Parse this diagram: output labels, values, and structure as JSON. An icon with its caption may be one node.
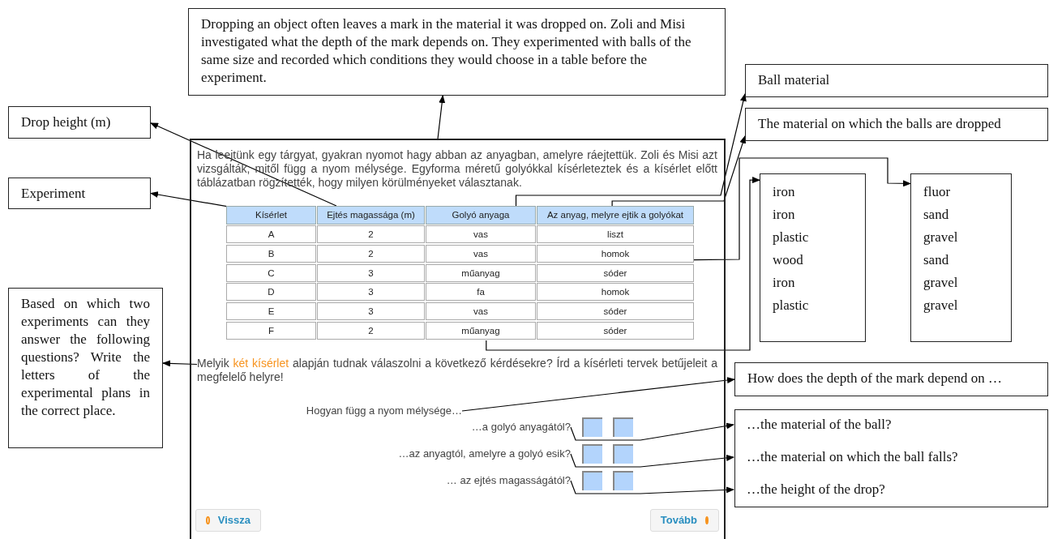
{
  "diagram": {
    "nodes": [
      {
        "text": [],
        "shape": "box"
      },
      {
        "text": [
          "Ha leejtünk egy tárgyat, gyakran nyomot hagy abban az anyagban, amelyre ráejtettük. Zoli és Misi azt vizsgálták, mitől függ a nyom mélysége. Egyforma méretű golyókkal kísérleteztek és a kísérlet előtt táblázatban rögzítették, hogy milyen körülményeket választanak."
        ],
        "in": 0
      },
      {
        "text": [
          "Kísérlet"
        ],
        "in": 0
      },
      {
        "text": [
          "Ejtés magassága (m)"
        ],
        "in": 0
      },
      {
        "text": [
          "Golyó anyaga"
        ],
        "in": 0
      },
      {
        "text": [
          "Az anyag, melyre ejtik a golyókat"
        ],
        "in": 0
      },
      {
        "text": [
          "A",
          "B",
          "C",
          "D",
          "E",
          "F"
        ],
        "in": 0
      },
      {
        "text": [
          "2",
          "2",
          "3",
          "3",
          "3",
          "2"
        ],
        "in": 0
      },
      {
        "text": [
          "vas",
          "vas",
          "műanyag",
          "fa",
          "vas",
          "műanyag"
        ],
        "in": 0
      },
      {
        "text": [
          "liszt",
          "homok",
          "sóder",
          "homok",
          "sóder",
          "sóder"
        ],
        "in": 0
      },
      {
        "text": [
          "Melyik **két kísérlet** alapján tudnak válaszolni a következő kérdésekre? Írd a kísérleti tervek betűjeleit a megfelelő helyre!"
        ],
        "in": 0
      },
      {
        "text": [
          "Hogyan függ a nyom mélysége…"
        ],
        "in": 0
      },
      {
        "text": [
          "…a golyó anyagától?"
        ],
        "in": 0
      },
      {
        "text": [
          "…az anyagtól, amelyre a golyó esik?"
        ],
        "in": 0
      },
      {
        "text": [
          "… az ejtés magasságától?"
        ],
        "in": 0
      },
      {
        "text": [],
        "shape": "box",
        "in": 0
      },
      {
        "text": [],
        "shape": "box",
        "in": 0
      },
      {
        "text": [],
        "shape": "box",
        "in": 0
      },
      {
        "text": [],
        "shape": "box",
        "in": 0
      },
      {
        "text": [],
        "shape": "box",
        "in": 0
      },
      {
        "text": [],
        "shape": "box",
        "in": 0
      },
      {
        "text": [
          "Vissza"
        ],
        "in": 0
      },
      {
        "text": [
          "Tovább"
        ],
        "in": 0
      },
      {
        "text": [
          "Dropping an object often leaves a mark in the material it was dropped on. Zoli and Misi investigated what the depth of the mark depends on. They experimented with balls of the same size and recorded which conditions they would choose in a table before the experiment."
        ]
      },
      {
        "text": [
          "Drop height (m)"
        ]
      },
      {
        "text": [
          "Experiment"
        ]
      },
      {
        "text": [
          "Based on which two experiments can they answer the following questions? Write the letters of the experimental plans in the correct place."
        ]
      },
      {
        "text": [
          "Ball material"
        ]
      },
      {
        "text": [
          "The material on which the balls are dropped"
        ]
      },
      {
        "text": [
          "iron",
          "iron",
          "plastic",
          "wood",
          "iron",
          "plastic"
        ]
      },
      {
        "text": [
          "fluor",
          "sand",
          "gravel",
          "sand",
          "gravel",
          "gravel"
        ]
      },
      {
        "text": [
          "How does the depth of the mark depend on …"
        ]
      },
      {
        "text": [],
        "shape": "box"
      },
      {
        "text": [
          "…the material of the ball?"
        ],
        "in": 32
      },
      {
        "text": [
          "…the material on which the ball falls?"
        ],
        "in": 32
      },
      {
        "text": [
          "…the height of the drop?"
        ],
        "in": 32
      }
    ],
    "edges": [
      {
        "from": 0,
        "to": 23,
        "arrow": "to"
      },
      {
        "from": 3,
        "to": 24,
        "arrow": "to"
      },
      {
        "from": 2,
        "to": 25,
        "arrow": "to"
      },
      {
        "from": 10,
        "to": 26,
        "arrow": "to"
      },
      {
        "from": 4,
        "to": 27,
        "arrow": "to"
      },
      {
        "from": 5,
        "to": 28,
        "arrow": "to"
      },
      {
        "from": 8,
        "to": 29,
        "arrow": "to"
      },
      {
        "from": 9,
        "to": 30,
        "arrow": "to"
      },
      {
        "from": 11,
        "to": 31,
        "arrow": "to"
      },
      {
        "from": 12,
        "to": 33,
        "arrow": "to"
      },
      {
        "from": 13,
        "to": 34,
        "arrow": "to"
      },
      {
        "from": 14,
        "to": 35,
        "arrow": "to"
      }
    ]
  }
}
